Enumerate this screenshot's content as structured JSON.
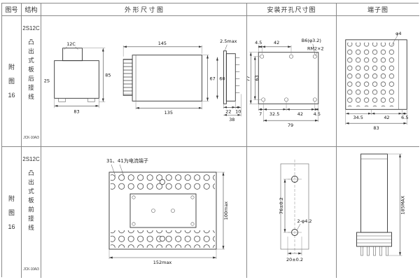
{
  "header": {
    "figure_no": "图号",
    "structure": "结构",
    "outline": "外 形 尺 寸 图",
    "mounting": "安装开孔尺寸图",
    "terminal": "端子图"
  },
  "r1": {
    "fig": "附图16",
    "model": "2S12C",
    "desc": "凸出式板后接线",
    "jck": "JCK-10A/3",
    "outline": {
      "conn": "12C",
      "case": "2S",
      "w": "83",
      "h": "85",
      "fw": "145",
      "fw2": "135",
      "fh": "67",
      "fh2": "60",
      "gap": "2.5max",
      "d1": "22",
      "d2": "10",
      "d3": "38"
    },
    "mount": {
      "t1": "4.5",
      "t2": "42",
      "hole": "B6(φ3.2)",
      "screw": "RM2×2",
      "h": "77",
      "h2": "63",
      "b1": "7",
      "b2": "32.5",
      "b3": "42",
      "b4": "4.5",
      "b5": "79"
    },
    "term": {
      "hole": "φ4",
      "d1": "34.5",
      "d2": "42",
      "d3": "6.5",
      "d4": "83"
    }
  },
  "r2": {
    "fig": "附图16",
    "model": "2S12C",
    "desc": "凸出式板前接线",
    "jck": "JCK-10A/3",
    "outline": {
      "note": "31、41为电流端子",
      "h": "100max",
      "w": "152max"
    },
    "mount": {
      "v": "76±0.2",
      "holes": "2-φ4.2",
      "b": "20±0.2"
    },
    "term": {
      "h": "185MAX"
    }
  }
}
